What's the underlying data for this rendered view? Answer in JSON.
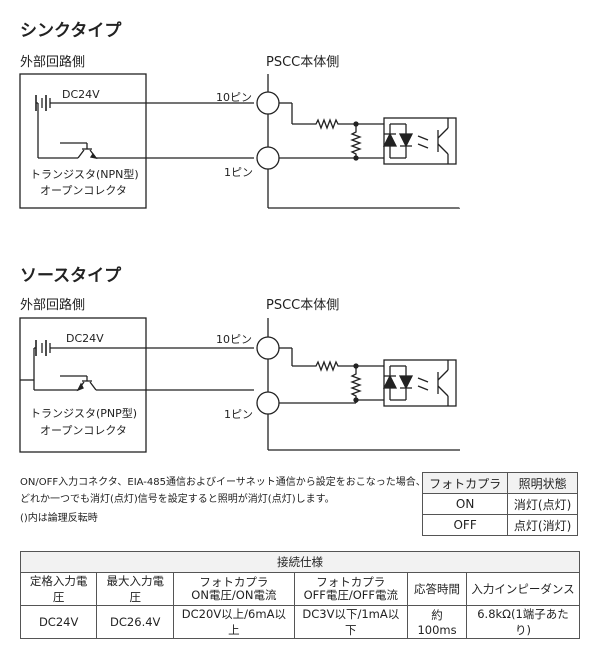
{
  "sink": {
    "title": "シンクタイプ",
    "external_label": "外部回路側",
    "pscc_label": "PSCC本体側",
    "supply": "DC24V",
    "pin10": "10ピン",
    "pin1": "1ピン",
    "transistor_line1": "トランジスタ(NPN型)",
    "transistor_line2": "オープンコレクタ"
  },
  "source": {
    "title": "ソースタイプ",
    "external_label": "外部回路側",
    "pscc_label": "PSCC本体側",
    "supply": "DC24V",
    "pin10": "10ピン",
    "pin1": "1ピン",
    "transistor_line1": "トランジスタ(PNP型)",
    "transistor_line2": "オープンコレクタ"
  },
  "notes": {
    "line1": "ON/OFF入力コネクタ、EIA-485通信およびイーサネット通信から設定をおこなった場合、",
    "line2": "どれか一つでも消灯(点灯)信号を設定すると照明が消灯(点灯)します。",
    "line3": "()内は論理反転時"
  },
  "state_table": {
    "headers": [
      "フォトカプラ",
      "照明状態"
    ],
    "rows": [
      [
        "ON",
        "消灯(点灯)"
      ],
      [
        "OFF",
        "点灯(消灯)"
      ]
    ]
  },
  "spec_table": {
    "caption": "接続仕様",
    "headers": [
      "定格入力電圧",
      "最大入力電圧",
      "フォトカプラ",
      "ON電圧/ON電流",
      "フォトカプラ",
      "OFF電圧/OFF電流",
      "応答時間",
      "入力インピーダンス"
    ],
    "values": [
      "DC24V",
      "DC26.4V",
      "DC20V以上/6mA以上",
      "DC3V以下/1mA以下",
      "約100ms",
      "6.8kΩ(1端子あたり)"
    ]
  }
}
